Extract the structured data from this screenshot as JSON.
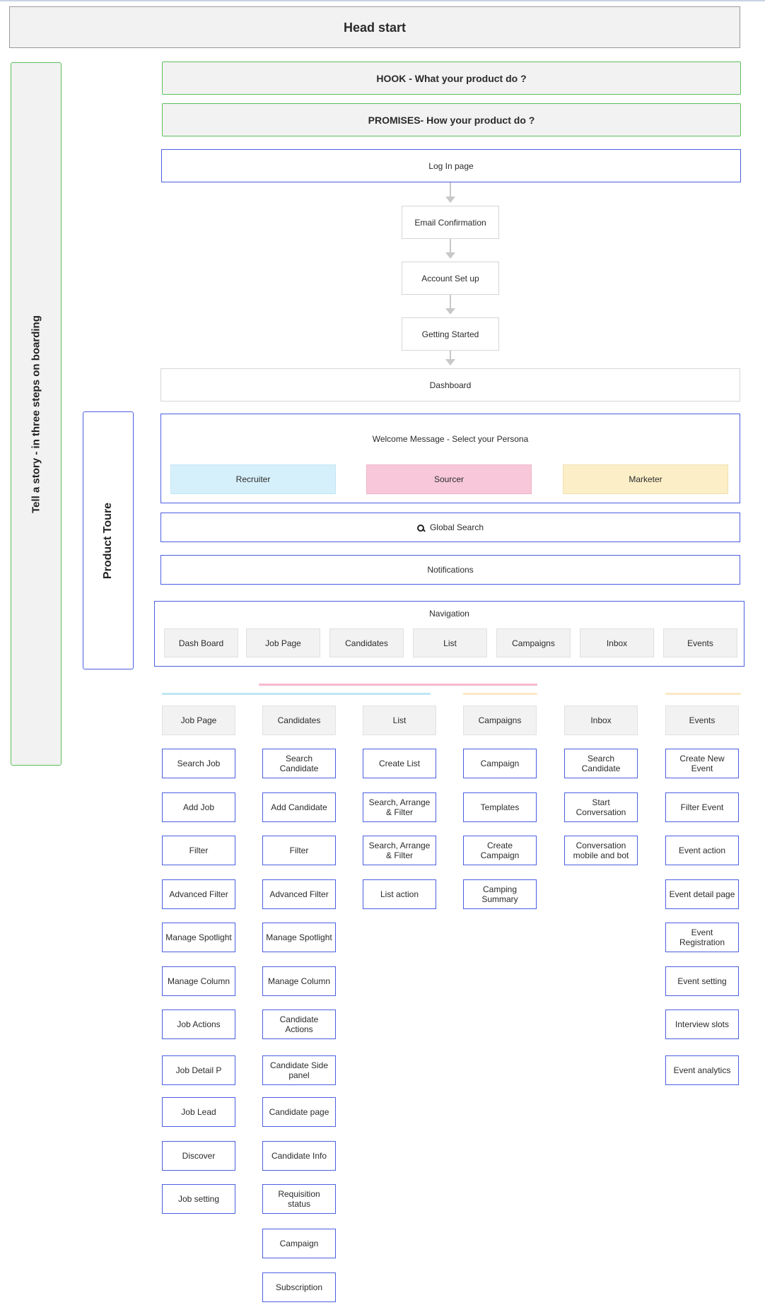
{
  "header": {
    "title": "Head start"
  },
  "sidebar": {
    "story_label": "Tell a story - in three steps on boarding",
    "tour_label": "Product Toure"
  },
  "hook": "HOOK - What your product do ?",
  "promises": "PROMISES- How your product do ?",
  "flow": {
    "login": "Log In page",
    "email_confirmation": "Email Confirmation",
    "account_setup": "Account Set up",
    "getting_started": "Getting Started",
    "dashboard": "Dashboard"
  },
  "welcome": {
    "message": "Welcome Message  - Select your Persona",
    "personas": [
      "Recruiter",
      "Sourcer",
      "Marketer"
    ],
    "persona_colors": [
      "#d6f0fb",
      "#f8c8da",
      "#fcefc8"
    ]
  },
  "global_search": {
    "label": "Global Search",
    "icon": "search-icon"
  },
  "notifications": "Notifications",
  "navigation": {
    "title": "Navigation",
    "items": [
      "Dash Board",
      "Job Page",
      "Candidates",
      "List",
      "Campaigns",
      "Inbox",
      "Events"
    ]
  },
  "columns": [
    {
      "header": "Job Page",
      "items": [
        "Search Job",
        "Add Job",
        "Filter",
        "Advanced Filter",
        "Manage Spotlight",
        "Manage Column",
        "Job Actions",
        "Job Detail P",
        "Job Lead",
        "Discover",
        "Job setting"
      ]
    },
    {
      "header": "Candidates",
      "items": [
        "Search Candidate",
        "Add Candidate",
        "Filter",
        "Advanced Filter",
        "Manage Spotlight",
        "Manage Column",
        "Candidate Actions",
        "Candidate Side panel",
        "Candidate page",
        "Candidate Info",
        "Requisition status",
        "Campaign",
        "Subscription"
      ]
    },
    {
      "header": "List",
      "items": [
        "Create List",
        "Search, Arrange & Filter",
        "Search, Arrange & Filter",
        "List action"
      ]
    },
    {
      "header": "Campaigns",
      "items": [
        "Campaign",
        "Templates",
        "Create Campaign",
        "Camping Summary"
      ]
    },
    {
      "header": "Inbox",
      "items": [
        "Search Candidate",
        "Start Conversation",
        "Conversation mobile and bot"
      ]
    },
    {
      "header": "Events",
      "items": [
        "Create New Event",
        "Filter Event",
        "Event action",
        "Event detail page",
        "Event Registration",
        "Event setting",
        "Interview slots",
        "Event analytics"
      ]
    }
  ],
  "colors": {
    "blue_border": "#4a5fe0",
    "green_border": "#5cc05c",
    "accent_blue": "#bfe6f5",
    "accent_pink": "#f6b8cc",
    "accent_yellow": "#fbe8c4"
  }
}
